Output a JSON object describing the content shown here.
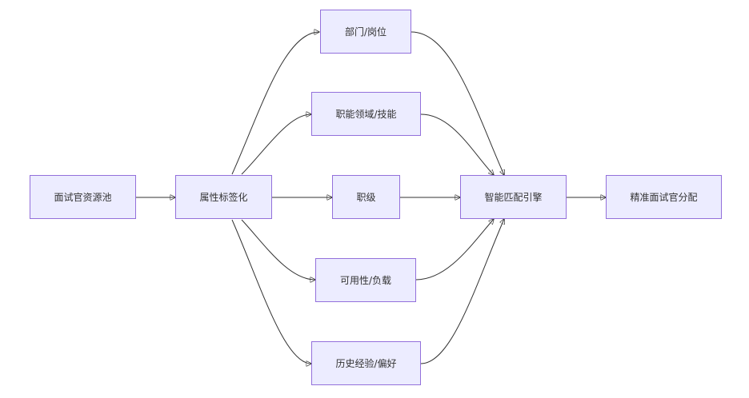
{
  "diagram": {
    "nodes": {
      "pool": "面试官资源池",
      "tagging": "属性标签化",
      "dept": "部门/岗位",
      "skill": "职能领域/技能",
      "level": "职级",
      "avail": "可用性/负载",
      "history": "历史经验/偏好",
      "engine": "智能匹配引擎",
      "result": "精准面试官分配"
    },
    "colors": {
      "node_fill": "#ececff",
      "node_border": "#9370db",
      "edge": "#333333",
      "text": "#333333"
    }
  }
}
